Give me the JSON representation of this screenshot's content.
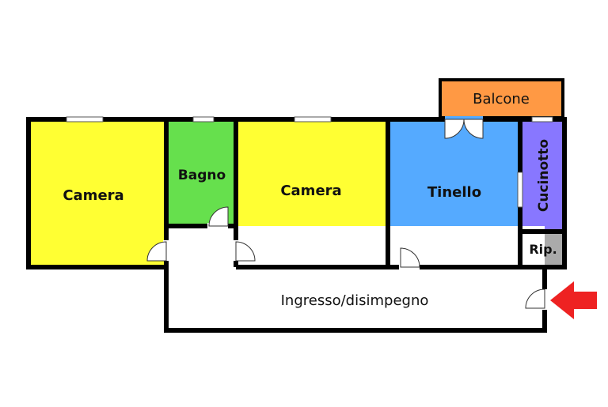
{
  "rooms": {
    "camera_left": {
      "label": "Camera",
      "color": "#ffff33"
    },
    "bagno": {
      "label": "Bagno",
      "color": "#66e04d"
    },
    "camera_center": {
      "label": "Camera",
      "color": "#ffff33"
    },
    "tinello": {
      "label": "Tinello",
      "color": "#55aaff"
    },
    "cucinotto": {
      "label": "Cucinotto",
      "color": "#8877ff"
    },
    "ripostiglio": {
      "label": "Rip.",
      "color": "#aaaaaa"
    },
    "balcone": {
      "label": "Balcone",
      "color": "#ff9944"
    },
    "ingresso": {
      "label": "Ingresso/disimpegno",
      "color": "#ffffff"
    }
  },
  "wall_color": "#000000",
  "entrance_arrow_color": "#ee2222"
}
